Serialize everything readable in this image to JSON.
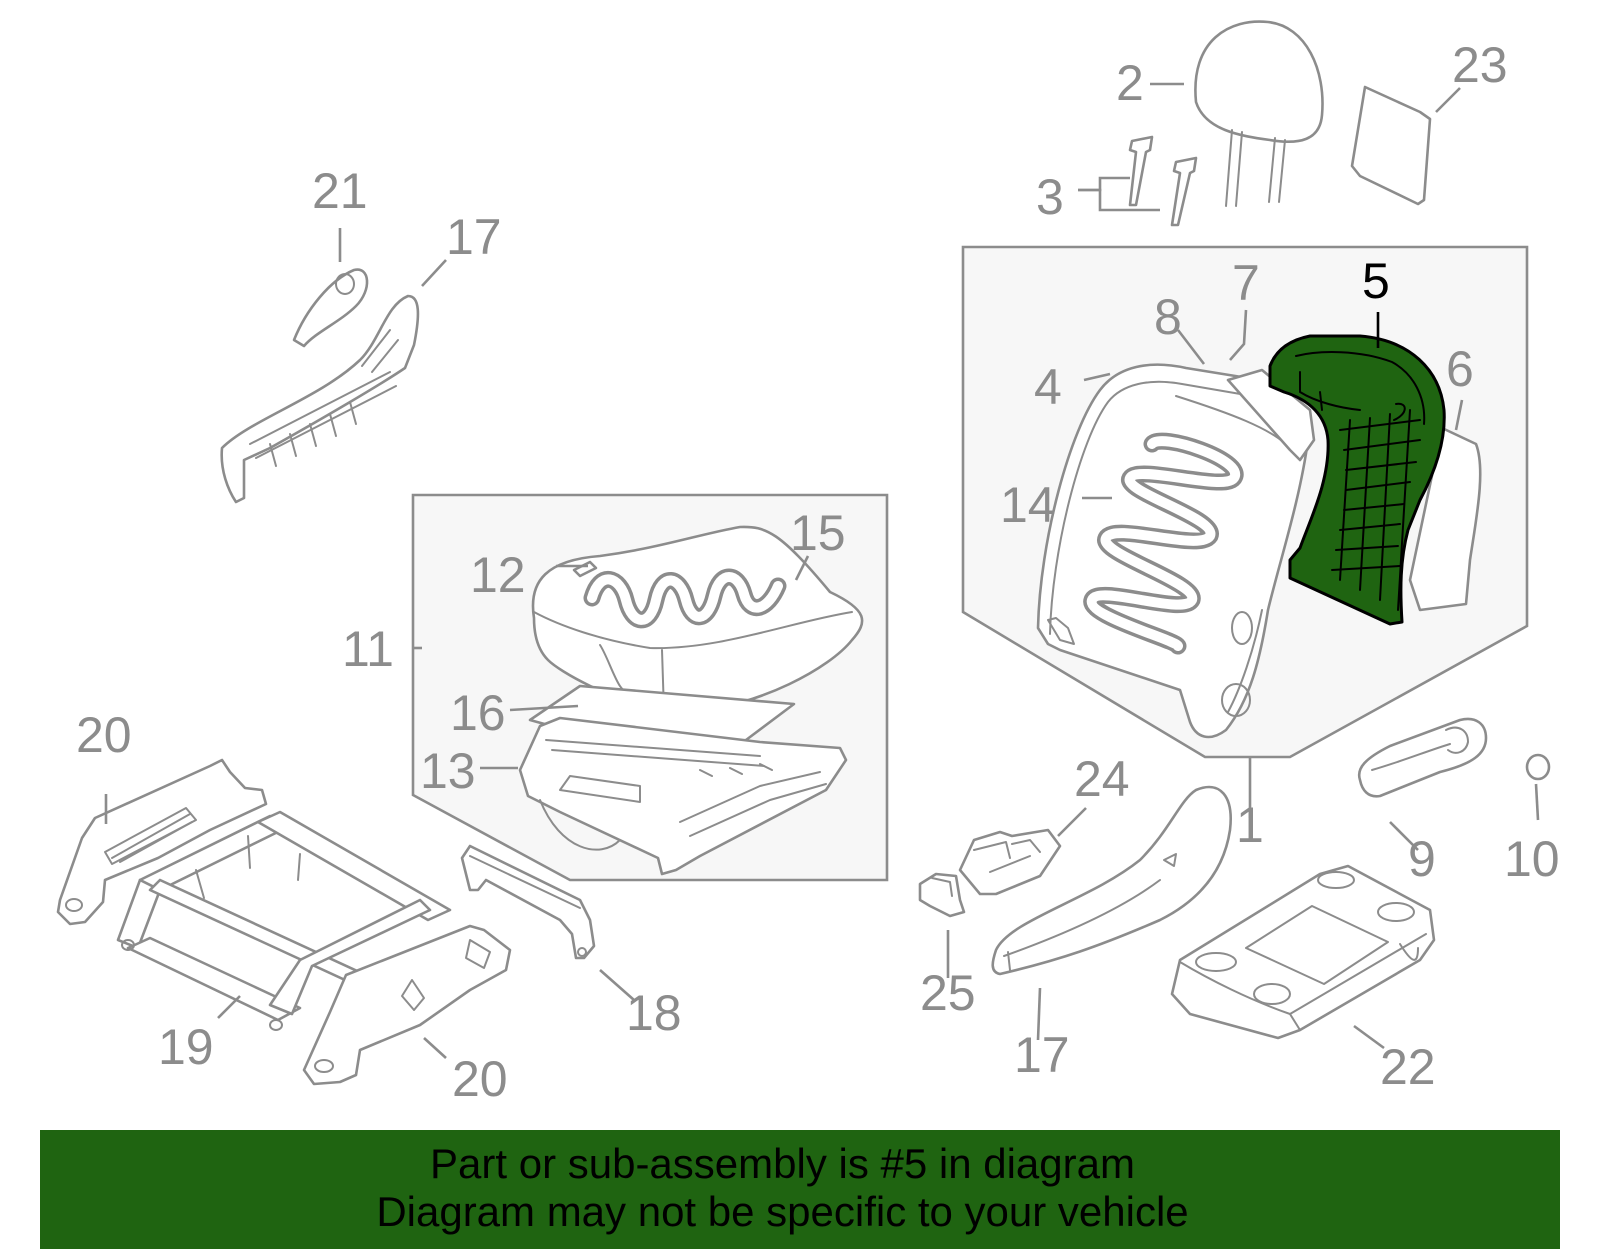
{
  "callouts": {
    "c1": "1",
    "c2": "2",
    "c3": "3",
    "c4": "4",
    "c5": "5",
    "c6": "6",
    "c7": "7",
    "c8": "8",
    "c9": "9",
    "c10": "10",
    "c11": "11",
    "c12": "12",
    "c13": "13",
    "c14": "14",
    "c15": "15",
    "c16": "16",
    "c17a": "17",
    "c17b": "17",
    "c18": "18",
    "c19": "19",
    "c20a": "20",
    "c20b": "20",
    "c21": "21",
    "c22": "22",
    "c23": "23",
    "c24": "24",
    "c25": "25"
  },
  "highlighted_part": "5",
  "footer": {
    "line1": "Part or sub-assembly is #5 in diagram",
    "line2": "Diagram may not be specific to your vehicle"
  },
  "colors": {
    "highlight": "#1f6411",
    "line": "#8c8c8c",
    "box_fill": "#f7f7f7"
  }
}
